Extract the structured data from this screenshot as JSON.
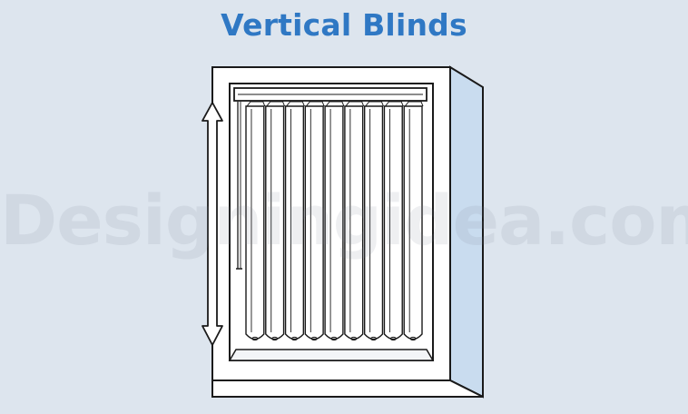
{
  "title": "Vertical Blinds",
  "watermark": "Designingidea.com",
  "illustration": {
    "subject": "vertical-blinds-in-window",
    "slat_count": 9,
    "colors": {
      "background": "#dde5ee",
      "title": "#2f78c4",
      "frame": "#ffffff",
      "window_side": "#c9dcef",
      "stroke": "#1a1a1a",
      "slat_shadow": "#eef1f5"
    }
  }
}
